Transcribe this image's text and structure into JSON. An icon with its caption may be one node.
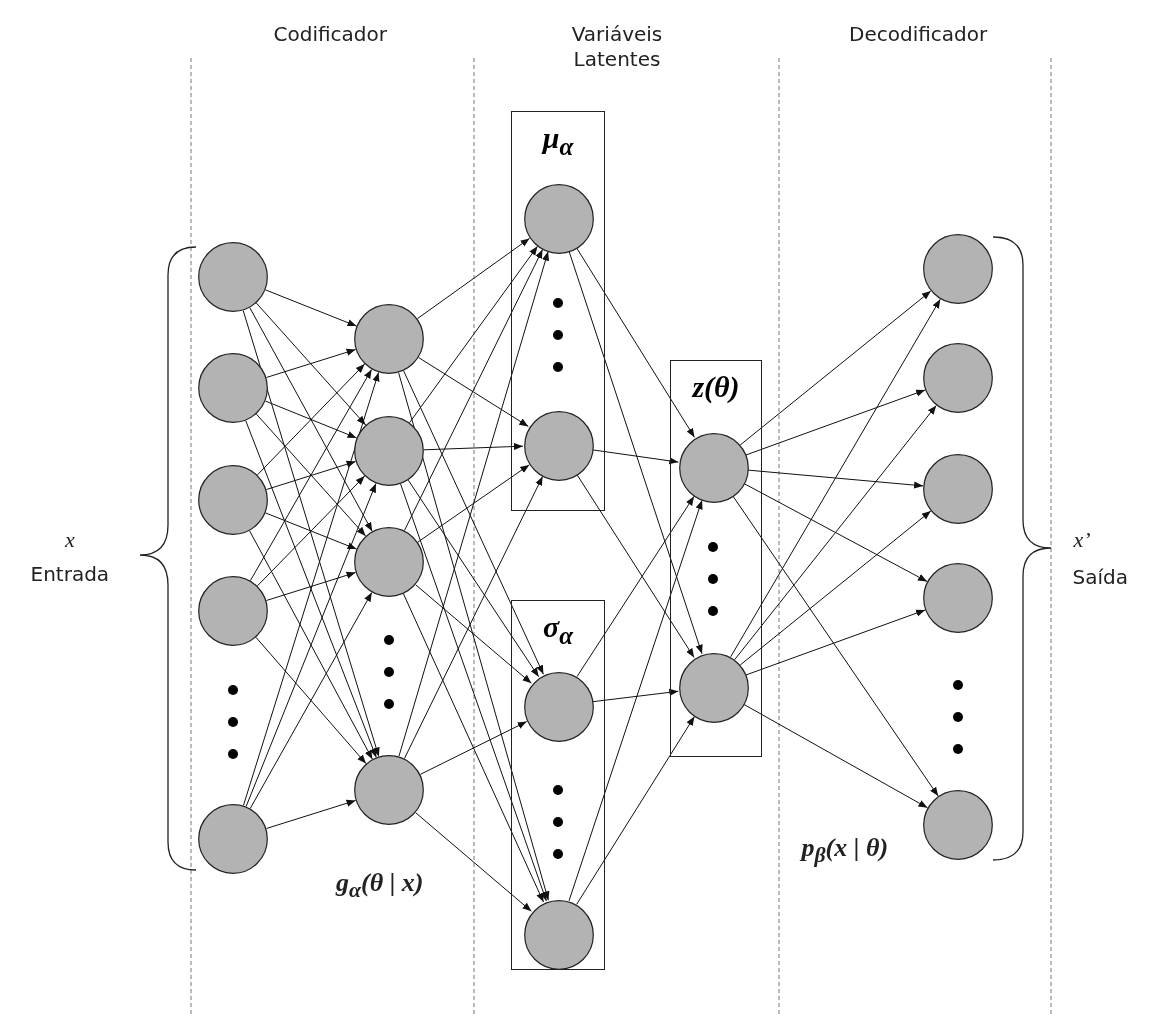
{
  "diagram": {
    "nodes": [
      {
        "text": [],
        "shape": "circle"
      },
      {
        "text": [],
        "shape": "circle"
      },
      {
        "text": [],
        "shape": "circle"
      },
      {
        "text": [],
        "shape": "circle"
      },
      {
        "text": [],
        "shape": "circle"
      },
      {
        "text": [],
        "shape": "circle"
      },
      {
        "text": [],
        "shape": "circle"
      },
      {
        "text": [],
        "shape": "circle"
      },
      {
        "text": [],
        "shape": "circle"
      },
      {
        "text": [
          "μ$_{α}$"
        ]
      },
      {
        "text": [],
        "shape": "circle",
        "in": 9
      },
      {
        "text": [],
        "shape": "circle",
        "in": 9
      },
      {
        "text": [
          "σ$_{α}$"
        ]
      },
      {
        "text": [],
        "shape": "circle",
        "in": 12
      },
      {
        "text": [],
        "shape": "circle",
        "in": 12
      },
      {
        "text": [
          "z(θ)"
        ]
      },
      {
        "text": [],
        "shape": "circle",
        "in": 15
      },
      {
        "text": [],
        "shape": "circle",
        "in": 15
      },
      {
        "text": [],
        "shape": "circle"
      },
      {
        "text": [],
        "shape": "circle"
      },
      {
        "text": [],
        "shape": "circle"
      },
      {
        "text": [],
        "shape": "circle"
      },
      {
        "text": [],
        "shape": "circle"
      }
    ],
    "edges": [
      {
        "from": 0,
        "to": 5,
        "arrow": "to"
      },
      {
        "from": 0,
        "to": 6,
        "arrow": "to"
      },
      {
        "from": 0,
        "to": 7,
        "arrow": "to"
      },
      {
        "from": 0,
        "to": 8,
        "arrow": "to"
      },
      {
        "from": 1,
        "to": 5,
        "arrow": "to"
      },
      {
        "from": 1,
        "to": 6,
        "arrow": "to"
      },
      {
        "from": 1,
        "to": 7,
        "arrow": "to"
      },
      {
        "from": 1,
        "to": 8,
        "arrow": "to"
      },
      {
        "from": 2,
        "to": 5,
        "arrow": "to"
      },
      {
        "from": 2,
        "to": 6,
        "arrow": "to"
      },
      {
        "from": 2,
        "to": 7,
        "arrow": "to"
      },
      {
        "from": 2,
        "to": 8,
        "arrow": "to"
      },
      {
        "from": 3,
        "to": 5,
        "arrow": "to"
      },
      {
        "from": 3,
        "to": 6,
        "arrow": "to"
      },
      {
        "from": 3,
        "to": 7,
        "arrow": "to"
      },
      {
        "from": 3,
        "to": 8,
        "arrow": "to"
      },
      {
        "from": 4,
        "to": 5,
        "arrow": "to"
      },
      {
        "from": 4,
        "to": 6,
        "arrow": "to"
      },
      {
        "from": 4,
        "to": 7,
        "arrow": "to"
      },
      {
        "from": 4,
        "to": 8,
        "arrow": "to"
      },
      {
        "from": 5,
        "to": 10,
        "arrow": "to"
      },
      {
        "from": 5,
        "to": 11,
        "arrow": "to"
      },
      {
        "from": 5,
        "to": 13,
        "arrow": "to"
      },
      {
        "from": 5,
        "to": 14,
        "arrow": "to"
      },
      {
        "from": 6,
        "to": 10,
        "arrow": "to"
      },
      {
        "from": 6,
        "to": 11,
        "arrow": "to"
      },
      {
        "from": 6,
        "to": 13,
        "arrow": "to"
      },
      {
        "from": 6,
        "to": 14,
        "arrow": "to"
      },
      {
        "from": 7,
        "to": 10,
        "arrow": "to"
      },
      {
        "from": 7,
        "to": 11,
        "arrow": "to"
      },
      {
        "from": 7,
        "to": 13,
        "arrow": "to"
      },
      {
        "from": 7,
        "to": 14,
        "arrow": "to"
      },
      {
        "from": 8,
        "to": 10,
        "arrow": "to"
      },
      {
        "from": 8,
        "to": 11,
        "arrow": "to"
      },
      {
        "from": 8,
        "to": 13,
        "arrow": "to"
      },
      {
        "from": 8,
        "to": 14,
        "arrow": "to"
      },
      {
        "from": 10,
        "to": 16,
        "arrow": "to"
      },
      {
        "from": 10,
        "to": 17,
        "arrow": "to"
      },
      {
        "from": 11,
        "to": 16,
        "arrow": "to"
      },
      {
        "from": 11,
        "to": 17,
        "arrow": "to"
      },
      {
        "from": 13,
        "to": 16,
        "arrow": "to"
      },
      {
        "from": 13,
        "to": 17,
        "arrow": "to"
      },
      {
        "from": 14,
        "to": 16,
        "arrow": "to"
      },
      {
        "from": 14,
        "to": 17,
        "arrow": "to"
      },
      {
        "from": 16,
        "to": 18,
        "arrow": "to"
      },
      {
        "from": 16,
        "to": 19,
        "arrow": "to"
      },
      {
        "from": 16,
        "to": 20,
        "arrow": "to"
      },
      {
        "from": 16,
        "to": 21,
        "arrow": "to"
      },
      {
        "from": 16,
        "to": 22,
        "arrow": "to"
      },
      {
        "from": 17,
        "to": 18,
        "arrow": "to"
      },
      {
        "from": 17,
        "to": 19,
        "arrow": "to"
      },
      {
        "from": 17,
        "to": 20,
        "arrow": "to"
      },
      {
        "from": 17,
        "to": 21,
        "arrow": "to"
      },
      {
        "from": 17,
        "to": 22,
        "arrow": "to"
      }
    ],
    "labels": [
      "Codificador",
      "Variáveis Latentes",
      "Decodificador",
      "x",
      "Entrada",
      "x’",
      "Saída",
      "g$_{α}$(θ | x)",
      "p$_{β}$(x | θ)"
    ]
  }
}
